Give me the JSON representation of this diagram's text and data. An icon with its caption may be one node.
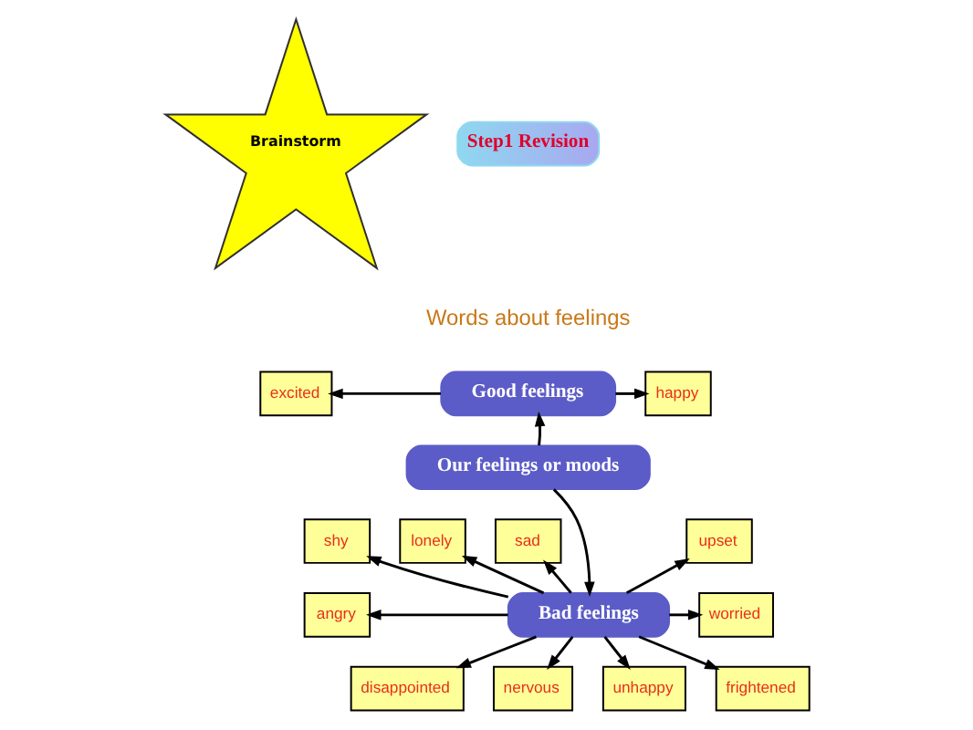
{
  "diagram": {
    "nodes": [
      {
        "text": [
          "Brainstorm"
        ]
      },
      {
        "text": [
          "Step1 Revision"
        ]
      },
      {
        "text": [
          "excited"
        ]
      },
      {
        "text": [
          "Good feelings"
        ]
      },
      {
        "text": [
          "happy"
        ]
      },
      {
        "text": [
          "Our feelings or moods"
        ]
      },
      {
        "text": [
          "shy"
        ]
      },
      {
        "text": [
          "lonely"
        ]
      },
      {
        "text": [
          "sad"
        ]
      },
      {
        "text": [
          "upset"
        ]
      },
      {
        "text": [
          "angry"
        ]
      },
      {
        "text": [
          "Bad feelings"
        ]
      },
      {
        "text": [
          "worried"
        ]
      },
      {
        "text": [
          "disappointed"
        ]
      },
      {
        "text": [
          "nervous"
        ]
      },
      {
        "text": [
          "unhappy"
        ]
      },
      {
        "text": [
          "frightened"
        ]
      }
    ],
    "edges": [
      {
        "from": 3,
        "to": 2,
        "arrow": "to"
      },
      {
        "from": 3,
        "to": 4,
        "arrow": "to"
      },
      {
        "from": 5,
        "to": 3,
        "arrow": "to"
      },
      {
        "from": 5,
        "to": 11,
        "arrow": "to"
      },
      {
        "from": 11,
        "to": 6,
        "arrow": "to"
      },
      {
        "from": 11,
        "to": 7,
        "arrow": "to"
      },
      {
        "from": 11,
        "to": 8,
        "arrow": "to"
      },
      {
        "from": 11,
        "to": 9,
        "arrow": "to"
      },
      {
        "from": 11,
        "to": 10,
        "arrow": "to"
      },
      {
        "from": 11,
        "to": 12,
        "arrow": "to"
      },
      {
        "from": 11,
        "to": 13,
        "arrow": "to"
      },
      {
        "from": 11,
        "to": 14,
        "arrow": "to"
      },
      {
        "from": 11,
        "to": 15,
        "arrow": "to"
      },
      {
        "from": 11,
        "to": 16,
        "arrow": "to"
      }
    ],
    "labels": [
      "Words about feelings"
    ]
  }
}
